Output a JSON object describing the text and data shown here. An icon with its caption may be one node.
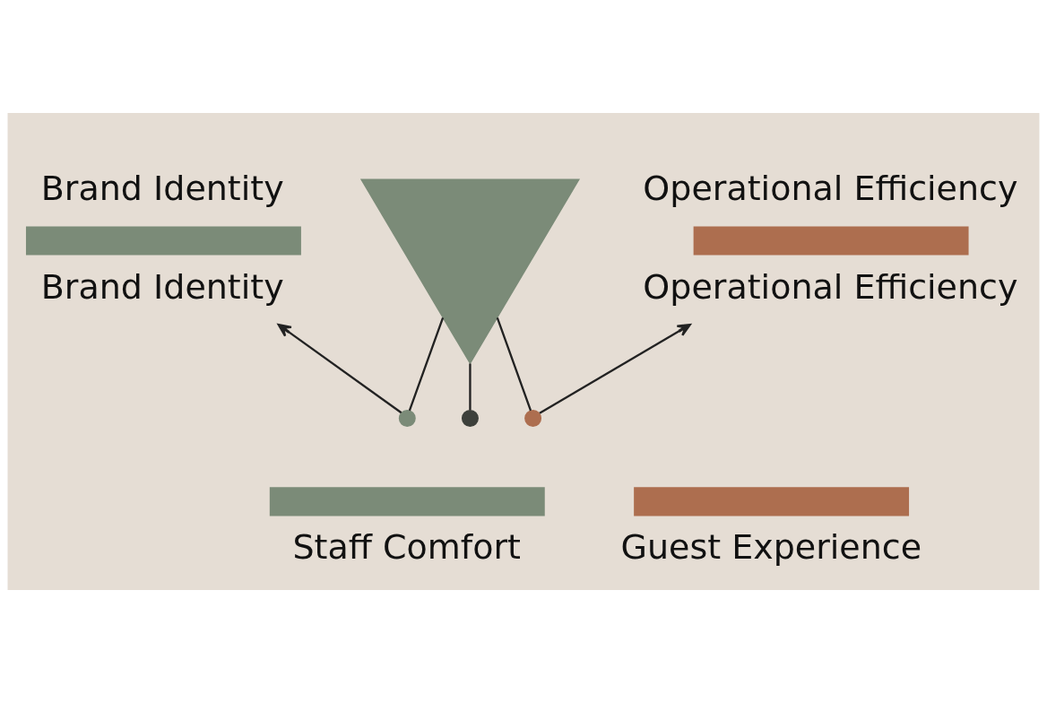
{
  "diagram": {
    "nodes": [
      {
        "text": [
          "Brand Identity"
        ],
        "beside": [
          "Brand Identity"
        ]
      },
      {
        "text": [],
        "shape": "picture"
      },
      {
        "text": [
          "Operational Efficiency"
        ],
        "beside": [
          "Operational Efficiency"
        ]
      },
      {
        "text": [],
        "shape": "circle"
      },
      {
        "text": [],
        "shape": "circle"
      },
      {
        "text": [],
        "shape": "circle"
      },
      {
        "text": [
          "Staff Comfort"
        ]
      },
      {
        "text": [
          "Guest Experience"
        ]
      }
    ],
    "edges": [
      {
        "from": 1,
        "to": 3,
        "arrow": "none"
      },
      {
        "from": 3,
        "to": 0,
        "arrow": "to"
      },
      {
        "from": 1,
        "to": 4,
        "arrow": "none"
      },
      {
        "from": 1,
        "to": 5,
        "arrow": "none"
      },
      {
        "from": 5,
        "to": 2,
        "arrow": "to"
      }
    ]
  }
}
